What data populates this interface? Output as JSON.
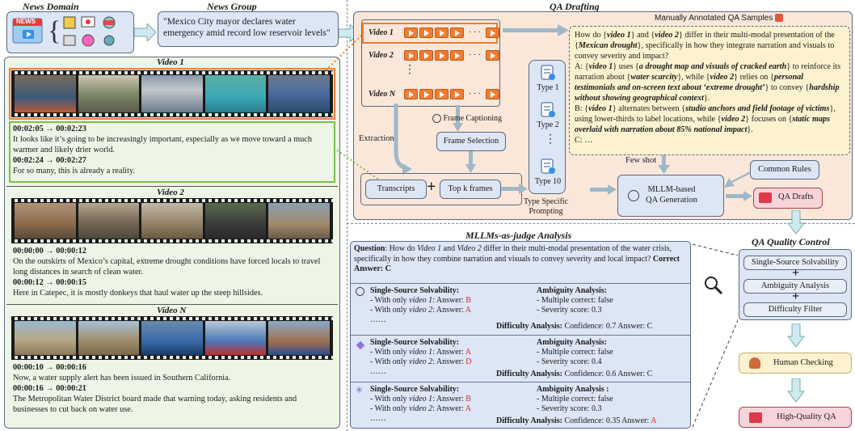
{
  "sections": {
    "news_domain": "News Domain",
    "news_group": "News Group",
    "qa_drafting": "QA Drafting",
    "mllm_judge": "MLLMs-as-judge Analysis",
    "qa_quality_control": "QA Quality Control"
  },
  "news_domain": {
    "logo_text": "NEWS"
  },
  "news_group": {
    "headline": "\"Mexico City mayor declares water emergency amid record low reservoir levels\""
  },
  "videos": [
    {
      "title": "Video 1",
      "segments": [
        {
          "time": "00:02:05 → 00:02:23",
          "text": "It looks like it’s going to be increasingly important, especially as we move toward a much warmer and likely drier world."
        },
        {
          "time": "00:02:24 → 00:02:27",
          "text": "For so many, this is already a reality."
        }
      ]
    },
    {
      "title": "Video 2",
      "segments": [
        {
          "time": "00:00:00 → 00:00:12",
          "text": "On the outskirts of Mexico’s capital, extreme drought conditions have forced locals to travel long distances in search of clean water."
        },
        {
          "time": "00:00:12 → 00:00:15",
          "text": "Here in Catepec, it is mostly donkeys that haul water up the steep hillsides."
        }
      ]
    },
    {
      "title": "Video N",
      "segments": [
        {
          "time": "00:00:10 → 00:00:16",
          "text": "Now, a water supply alert has been issued in Southern California."
        },
        {
          "time": "00:00:16 → 00:00:21",
          "text": "The Metropolitan Water District board made that warning today, asking residents and businesses to cut back on water use."
        }
      ]
    }
  ],
  "drafting": {
    "video_rows": [
      "Video 1",
      "Video 2",
      "Video N"
    ],
    "ellipsis": "· · ·",
    "vdots": "⋮",
    "extraction": "Extraction",
    "frame_captioning": "Frame Captioning",
    "frame_selection": "Frame Selection",
    "transcripts": "Transcripts",
    "plus": "+",
    "top_k_frames": "Top k frames",
    "types": [
      "Type 1",
      "Type 2",
      "Type 10"
    ],
    "type_specific_prompting": "Type Specific\nPrompting",
    "manually_annotated": "Manually Annotated QA Samples",
    "few_shot": "Few shot",
    "common_rules": "Common Rules",
    "mllm_generation": "MLLM-based\nQA Generation",
    "qa_drafts": "QA Drafts"
  },
  "qa_sample": {
    "question_html": "How do {<b><i>video 1</i></b>} and {<b><i>video 2</i></b>} differ in their multi-modal presentation of the {<b><i>Mexican drought</i></b>}, specifically in how they integrate narration and visuals to convey severity and impact?",
    "option_a_html": "A: {<b><i>video 1</i></b>} uses {<b><i>a drought map and visuals of cracked earth</i></b>} to reinforce its narration about {<b><i>water scarcity</i></b>}, while {<b><i>video 2</i></b>} relies on {<b><i>personal testimonials and on-screen text about ‘extreme drought’</i></b>} to convey {<b><i>hardship without showing geographical context</i></b>}.",
    "option_b_html": "B: {<b><i>video 1</i></b>} alternates between {<b><i>studio anchors and field footage of victims</i></b>}, using lower-thirds to label locations, while {<b><i>video 2</i></b>} focuses on {<b><i>static maps overlaid with narration about 85% national impact</i></b>}.",
    "option_c": "C: …"
  },
  "judge": {
    "question_label": "Question",
    "question_html": ": How do <i>Video 1</i> and <i>Video 2</i> differ in their multi-modal presentation of the water crisis, specifically in how they combine narration and visuals to convey severity and local impact?",
    "correct_label": "Correct Answer",
    "correct_value": "C",
    "models": [
      {
        "icon": "gpt-icon",
        "ss_title": "Single-Source Solvability:",
        "v1_prefix": "- With only ",
        "v1_video": "video 1",
        "v1_suffix": ": Answer: ",
        "v1_answer": "B",
        "v2_prefix": "- With only ",
        "v2_video": "video 2",
        "v2_suffix": ": Answer: ",
        "v2_answer": "A",
        "dots": "……",
        "amb_title": "Ambiguity Analysis:",
        "multiple": "- Multiple correct: false",
        "severity": "- Severity score: 0.3",
        "diff_label": "Difficulty Analysis:",
        "diff_conf": " Confidence: 0.7 Answer: ",
        "diff_answer": "C",
        "answer_red": false
      },
      {
        "icon": "gemini-icon",
        "ss_title": "Single-Source Solvability:",
        "v1_prefix": "- With only ",
        "v1_video": "video 1",
        "v1_suffix": ": Answer: ",
        "v1_answer": "A",
        "v2_prefix": "- With only ",
        "v2_video": "video 2",
        "v2_suffix": ": Answer: ",
        "v2_answer": "D",
        "dots": "……",
        "amb_title": "Ambiguity Analysis:",
        "multiple": "- Multiple correct: false",
        "severity": "- Severity score: 0.4",
        "diff_label": "Difficulty Analysis:",
        "diff_conf": " Confidence: 0.6 Answer: ",
        "diff_answer": "C",
        "answer_red": false
      },
      {
        "icon": "claude-icon",
        "ss_title": "Single-Source Solvability:",
        "v1_prefix": "- With only ",
        "v1_video": "video 1",
        "v1_suffix": ": Answer: ",
        "v1_answer": "B",
        "v2_prefix": "- With only ",
        "v2_video": "video 2",
        "v2_suffix": ": Answer: ",
        "v2_answer": "A",
        "dots": "……",
        "amb_title": "Ambiguity Analysis :",
        "multiple": "- Multiple correct: false",
        "severity": "- Severity score: 0.3",
        "diff_label": "Difficulty Analysis:",
        "diff_conf": " Confidence: 0.35 Answer: ",
        "diff_answer": "A",
        "answer_red": true
      }
    ]
  },
  "quality_control": {
    "filters": [
      "Single-Source Solvability",
      "Ambiguity Analysis",
      "Difficulty Filter"
    ],
    "plus": "+",
    "human_checking": "Human Checking",
    "high_quality": "High-Quality QA"
  },
  "colors": {
    "orange_highlight": "#f07d33",
    "green_highlight": "#7ac24a",
    "red_answer": "#d42b2b",
    "panel_blue": "#dde6f5",
    "panel_peach": "#fbe7da"
  }
}
